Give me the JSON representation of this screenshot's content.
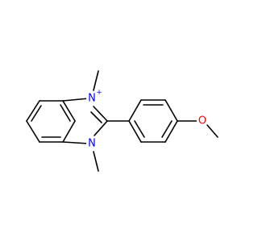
{
  "molecule": {
    "colors": {
      "bond": "#000000",
      "nitrogen": "#0000ff",
      "oxygen": "#ff0000"
    },
    "atoms": {
      "n_upper": {
        "symbol": "N",
        "charge": "+"
      },
      "n_lower": {
        "symbol": "N"
      },
      "o_methoxy": {
        "symbol": "O"
      }
    }
  }
}
